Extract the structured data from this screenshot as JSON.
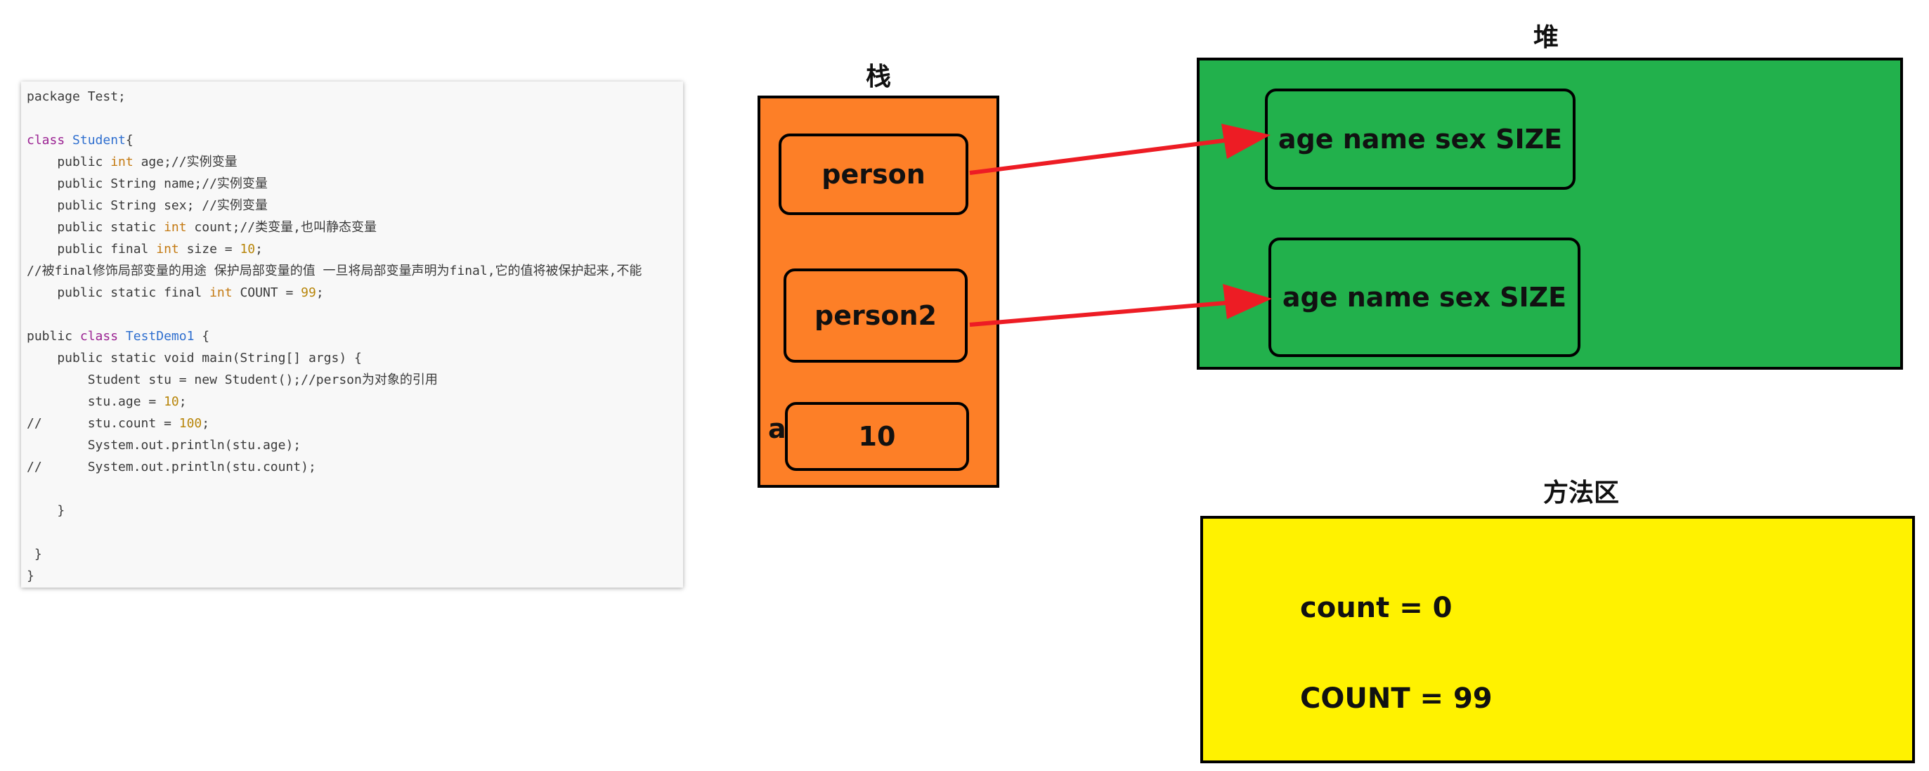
{
  "code": {
    "lines": [
      [
        {
          "t": "package Test;",
          "c": ""
        }
      ],
      [
        {
          "t": "",
          "c": ""
        }
      ],
      [
        {
          "t": "class",
          "c": "tok-kw-purple"
        },
        {
          "t": " ",
          "c": ""
        },
        {
          "t": "Student",
          "c": "tok-class"
        },
        {
          "t": "{",
          "c": ""
        }
      ],
      [
        {
          "t": "    public ",
          "c": ""
        },
        {
          "t": "int",
          "c": "tok-kw-orange"
        },
        {
          "t": " age;//实例变量",
          "c": ""
        }
      ],
      [
        {
          "t": "    public String name;//实例变量",
          "c": ""
        }
      ],
      [
        {
          "t": "    public String sex; //实例变量",
          "c": ""
        }
      ],
      [
        {
          "t": "    public static ",
          "c": ""
        },
        {
          "t": "int",
          "c": "tok-kw-orange"
        },
        {
          "t": " count;//类变量,也叫静态变量",
          "c": ""
        }
      ],
      [
        {
          "t": "    public final ",
          "c": ""
        },
        {
          "t": "int",
          "c": "tok-kw-orange"
        },
        {
          "t": " size = ",
          "c": ""
        },
        {
          "t": "10",
          "c": "tok-num"
        },
        {
          "t": ";",
          "c": ""
        }
      ],
      [
        {
          "t": "//被final修饰局部变量的用途 保护局部变量的值 一旦将局部变量声明为final,它的值将被保护起来,不能",
          "c": ""
        }
      ],
      [
        {
          "t": "    public static final ",
          "c": ""
        },
        {
          "t": "int",
          "c": "tok-kw-orange"
        },
        {
          "t": " COUNT = ",
          "c": ""
        },
        {
          "t": "99",
          "c": "tok-num"
        },
        {
          "t": ";",
          "c": ""
        }
      ],
      [
        {
          "t": "",
          "c": ""
        }
      ],
      [
        {
          "t": "public ",
          "c": ""
        },
        {
          "t": "class",
          "c": "tok-kw-purple"
        },
        {
          "t": " ",
          "c": ""
        },
        {
          "t": "TestDemo1",
          "c": "tok-class"
        },
        {
          "t": " {",
          "c": ""
        }
      ],
      [
        {
          "t": "    public static void main(String[] args) {",
          "c": ""
        }
      ],
      [
        {
          "t": "        Student stu = new Student();//person为对象的引用",
          "c": ""
        }
      ],
      [
        {
          "t": "        stu.age = ",
          "c": ""
        },
        {
          "t": "10",
          "c": "tok-num"
        },
        {
          "t": ";",
          "c": ""
        }
      ],
      [
        {
          "t": "//      stu.count = ",
          "c": ""
        },
        {
          "t": "100",
          "c": "tok-num"
        },
        {
          "t": ";",
          "c": ""
        }
      ],
      [
        {
          "t": "        System.out.println(stu.age);",
          "c": ""
        }
      ],
      [
        {
          "t": "//      System.out.println(stu.count);",
          "c": ""
        }
      ],
      [
        {
          "t": "",
          "c": ""
        }
      ],
      [
        {
          "t": "    }",
          "c": ""
        }
      ],
      [
        {
          "t": "",
          "c": ""
        }
      ],
      [
        {
          "t": " }",
          "c": ""
        }
      ],
      [
        {
          "t": "}",
          "c": ""
        }
      ]
    ]
  },
  "diagram": {
    "stack": {
      "title": "栈",
      "person": "person",
      "person2": "person2",
      "var_label": "a",
      "var_value": "10"
    },
    "heap": {
      "title": "堆",
      "object1": "age name sex SIZE",
      "object2": "age name sex SIZE"
    },
    "method_area": {
      "title": "方法区",
      "line1": "count = 0",
      "line2": "COUNT = 99"
    },
    "colors": {
      "stack": "#fd7f27",
      "heap": "#22b14c",
      "method_area": "#fff200",
      "arrow": "#ed1c24"
    }
  }
}
